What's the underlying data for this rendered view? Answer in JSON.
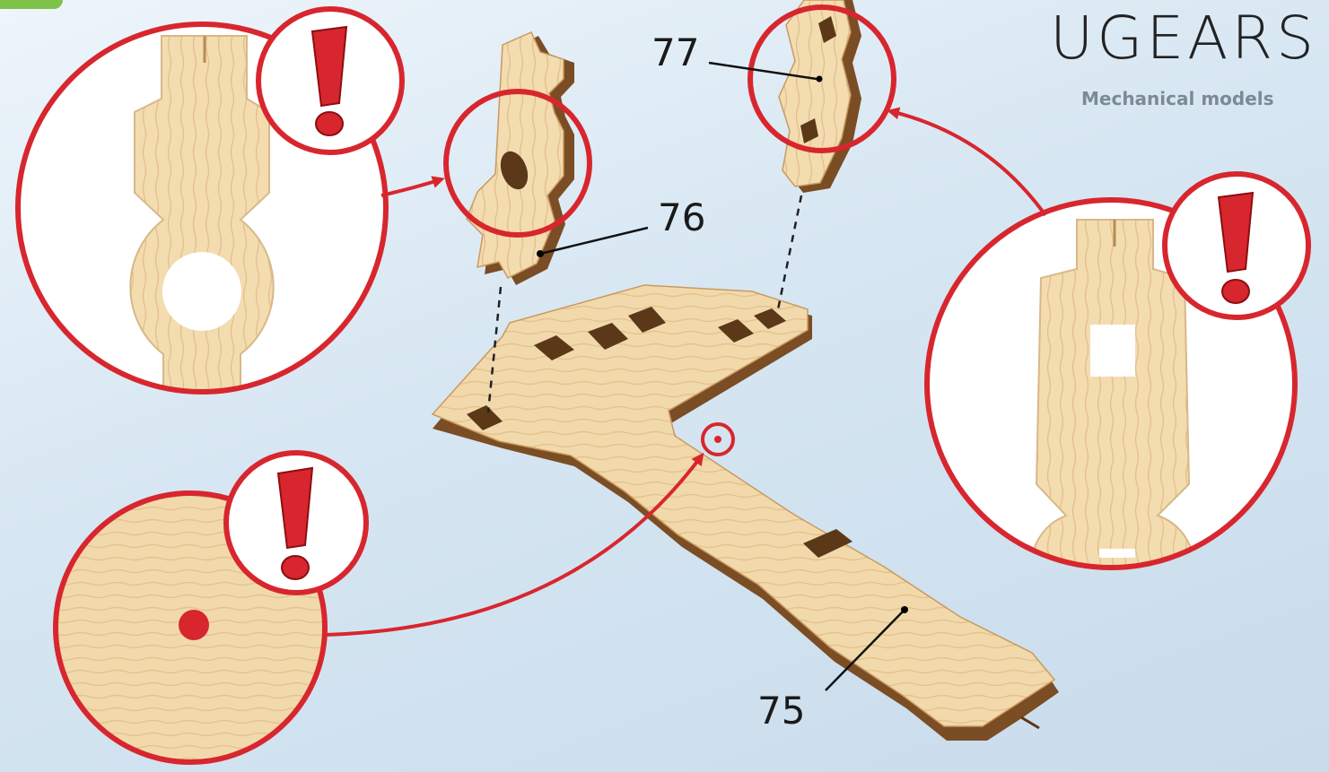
{
  "brand": {
    "name": "UGEARS",
    "tagline": "Mechanical models"
  },
  "parts": {
    "p75": "75",
    "p76": "76",
    "p77": "77"
  },
  "colors": {
    "accent_red": "#d8262e",
    "wood_light": "#f1d9ae",
    "wood_edge": "#8a5a2b",
    "background": "#d6e6f2"
  },
  "icons": [
    "exclamation-icon"
  ]
}
